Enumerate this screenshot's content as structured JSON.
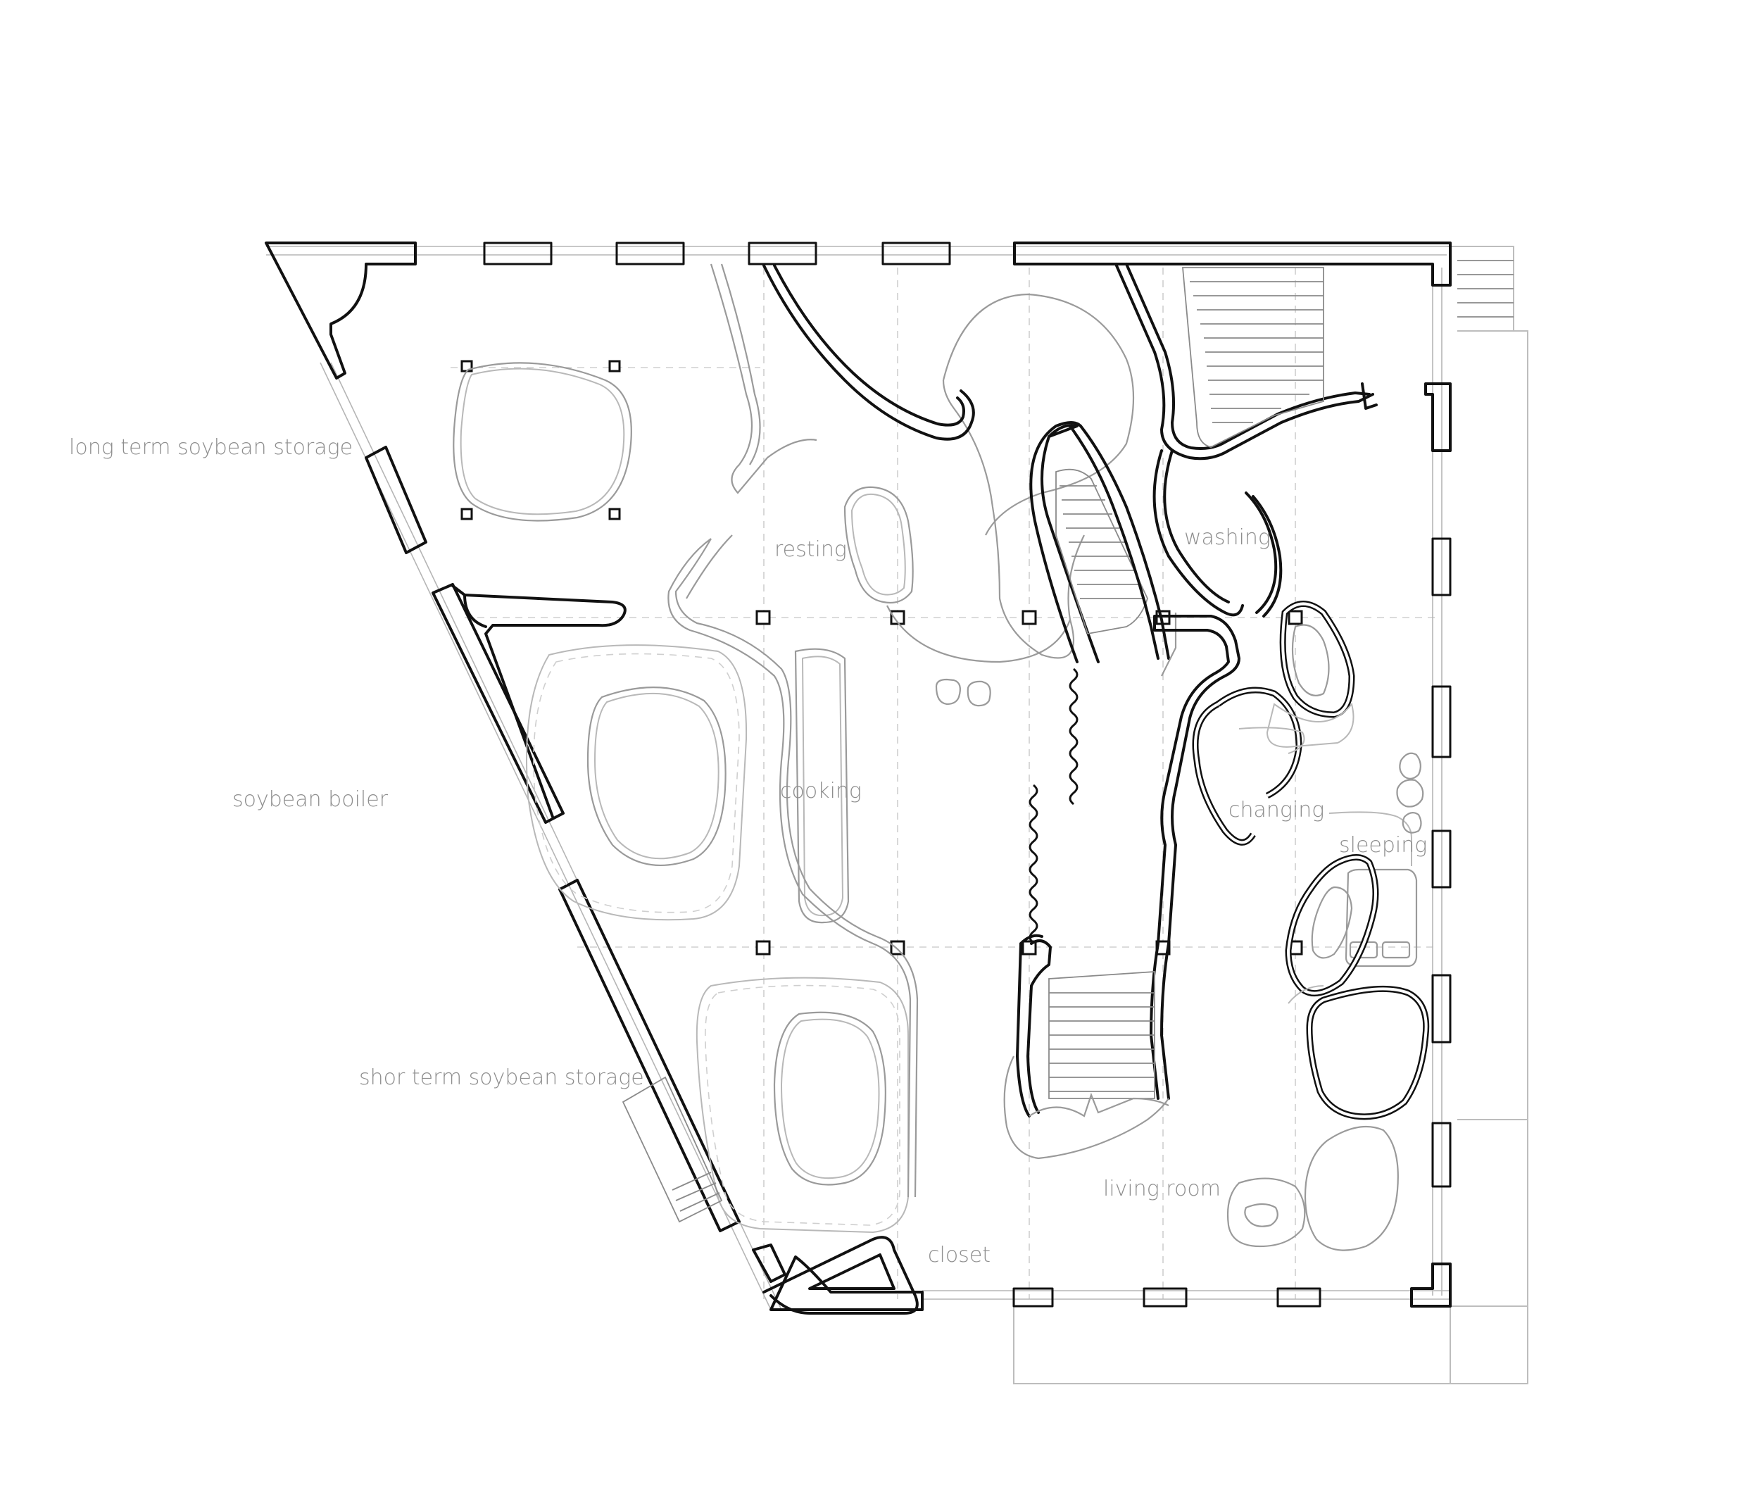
{
  "labels": {
    "long_term_storage": "long term soybean storage",
    "soybean_boiler": "soybean boiler",
    "short_term_storage": "shor term soybean storage",
    "resting": "resting",
    "washing": "washing",
    "cooking": "cooking",
    "changing": "changing",
    "sleeping": "sleeping",
    "living_room": "living room",
    "closet": "closet"
  },
  "colors": {
    "wall": "#111111",
    "furniture": "#9a9a9a",
    "label": "#8e8e8e",
    "background": "#ffffff"
  }
}
